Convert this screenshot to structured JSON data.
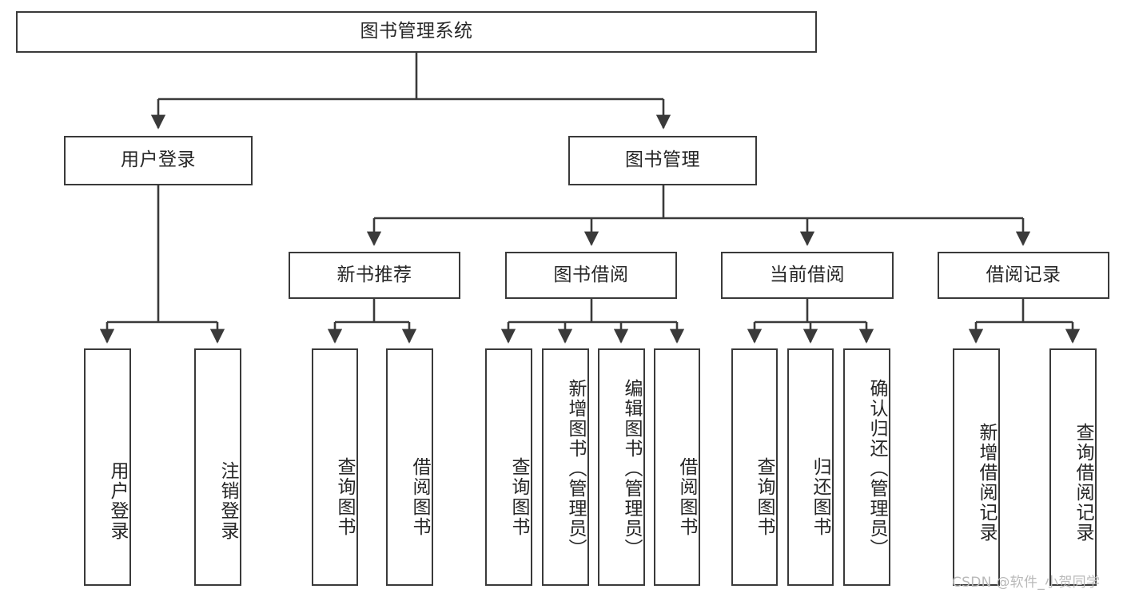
{
  "diagram": {
    "title": "图书管理系统",
    "root": {
      "label": "图书管理系统"
    },
    "level2": [
      {
        "label": "用户登录"
      },
      {
        "label": "图书管理"
      }
    ],
    "level3": [
      {
        "label": "新书推荐"
      },
      {
        "label": "图书借阅"
      },
      {
        "label": "当前借阅"
      },
      {
        "label": "借阅记录"
      }
    ],
    "leaves": [
      {
        "label": "用户登录"
      },
      {
        "label": "注销登录"
      },
      {
        "label": "查询图书"
      },
      {
        "label": "借阅图书"
      },
      {
        "label": "查询图书"
      },
      {
        "label": "新增图书（管理员）"
      },
      {
        "label": "编辑图书（管理员）"
      },
      {
        "label": "借阅图书"
      },
      {
        "label": "查询图书"
      },
      {
        "label": "归还图书"
      },
      {
        "label": "确认归还（管理员）"
      },
      {
        "label": "新增借阅记录"
      },
      {
        "label": "查询借阅记录"
      }
    ],
    "watermark": "CSDN @软件_小贺同学",
    "colors": {
      "stroke": "#3a3a3a",
      "text": "#262626",
      "background": "#ffffff",
      "watermark": "#b9b9b9"
    }
  }
}
